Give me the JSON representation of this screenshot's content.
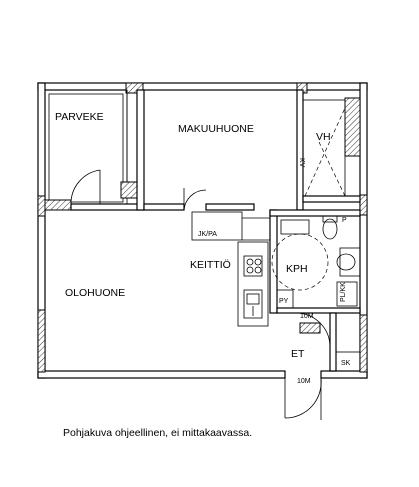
{
  "rooms": {
    "parveke": "PARVEKE",
    "makuuhuone": "MAKUUHUONE",
    "vh": "VH",
    "keittio": "KEITTIÖ",
    "olohuone": "OLOHUONE",
    "kph": "KPH",
    "et": "ET"
  },
  "fixtures": {
    "jkpa": "JK/PA",
    "py": "PY",
    "plkk": "PL/KK",
    "sk": "SK",
    "m10_top": "10M",
    "m10_bottom": "10M",
    "kv": "KV"
  },
  "caption": "Pohjakuva ohjeellinen, ei mittakaavassa."
}
